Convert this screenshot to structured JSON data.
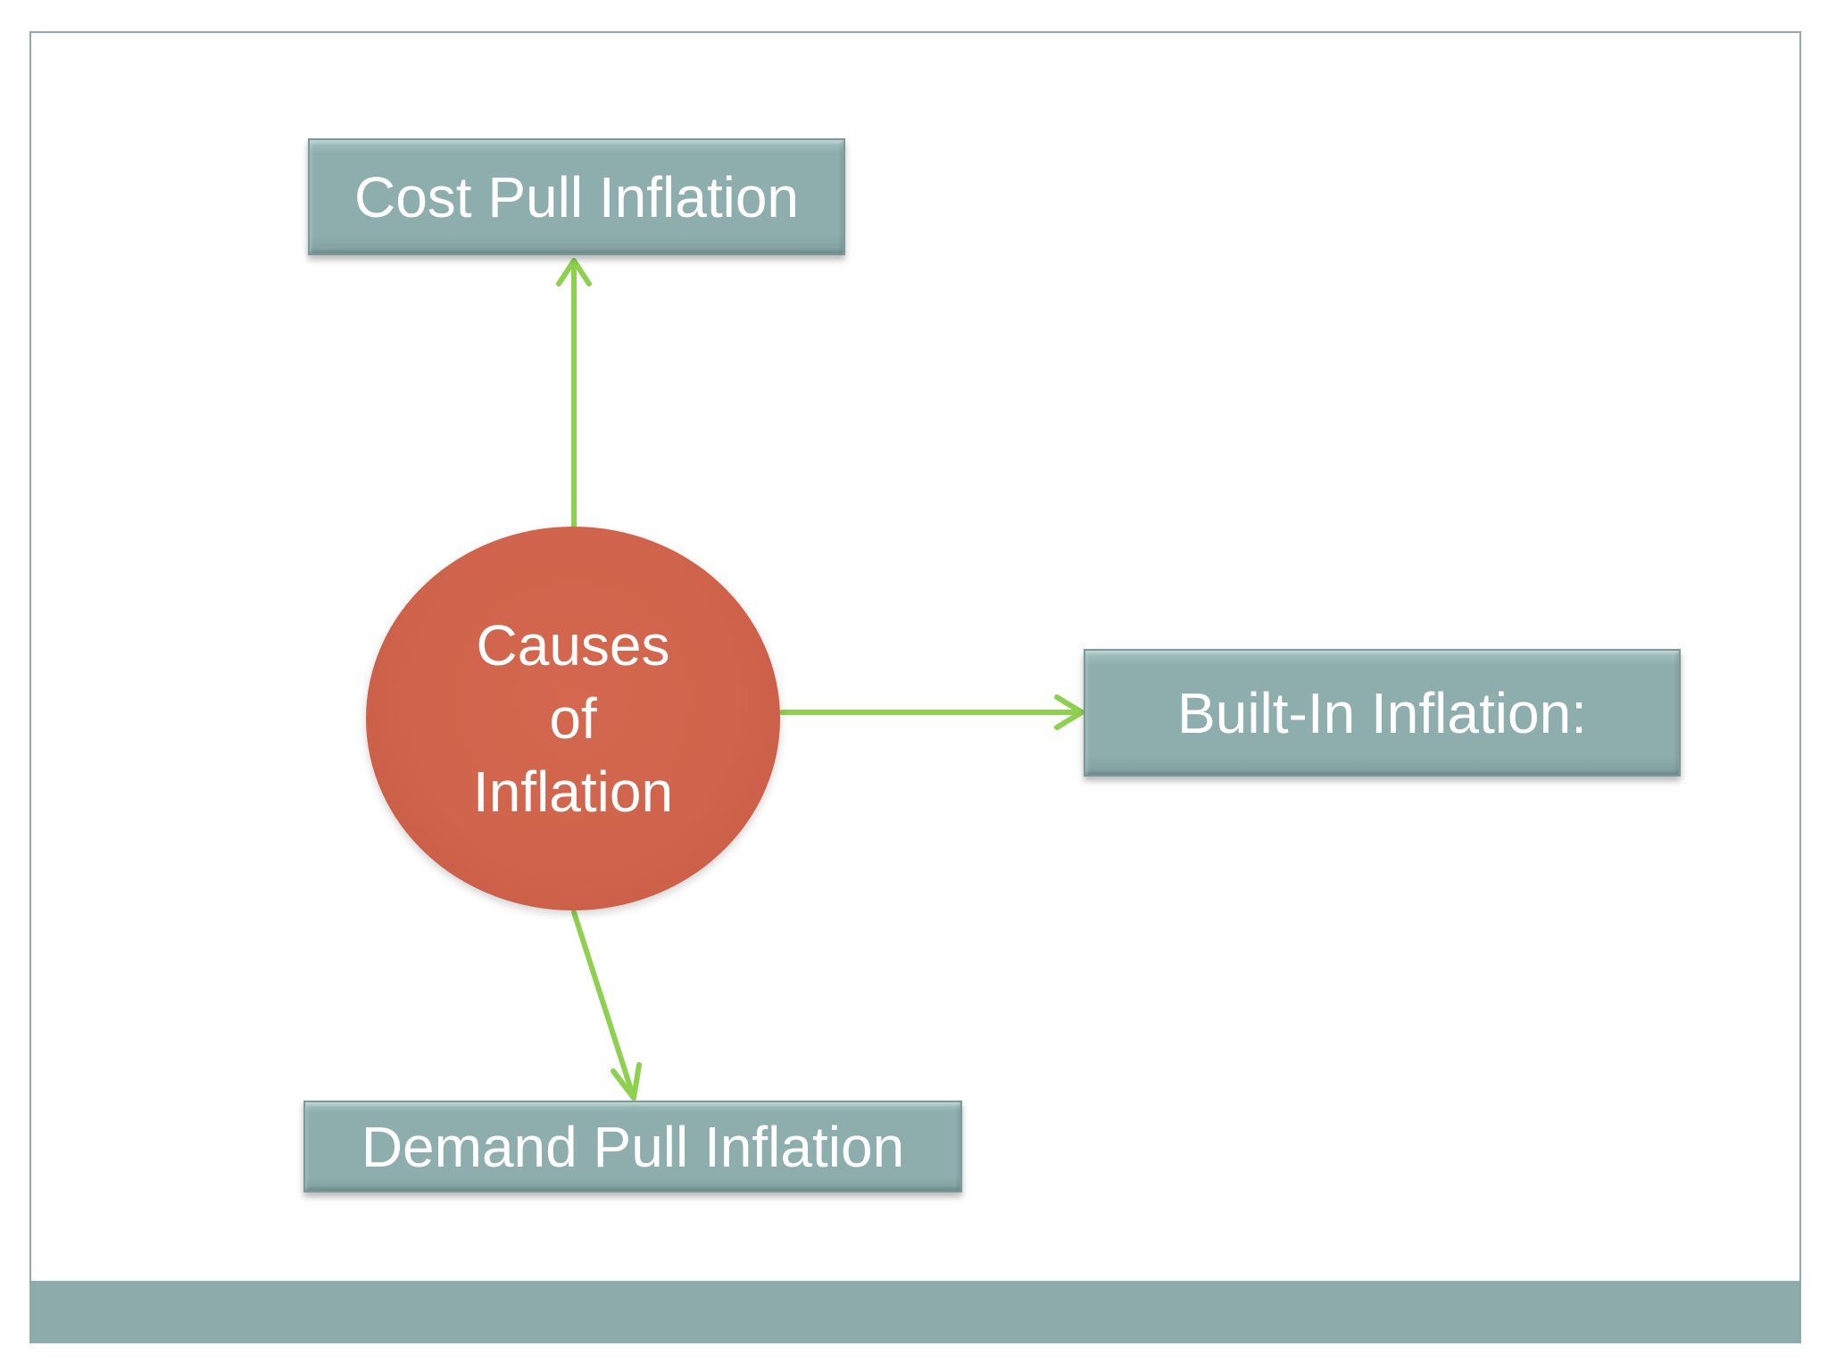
{
  "diagram": {
    "center": {
      "label": "Causes\nof\nInflation"
    },
    "nodes": [
      {
        "id": "cost",
        "label": "Cost Pull Inflation"
      },
      {
        "id": "built",
        "label": "Built-In Inflation:"
      },
      {
        "id": "demand",
        "label": "Demand Pull Inflation"
      }
    ],
    "colors": {
      "box_fill": "#8eadad",
      "circle_fill": "#d0644c",
      "arrow": "#8ed14f",
      "frame": "#8dacab",
      "text": "#ffffff"
    }
  }
}
